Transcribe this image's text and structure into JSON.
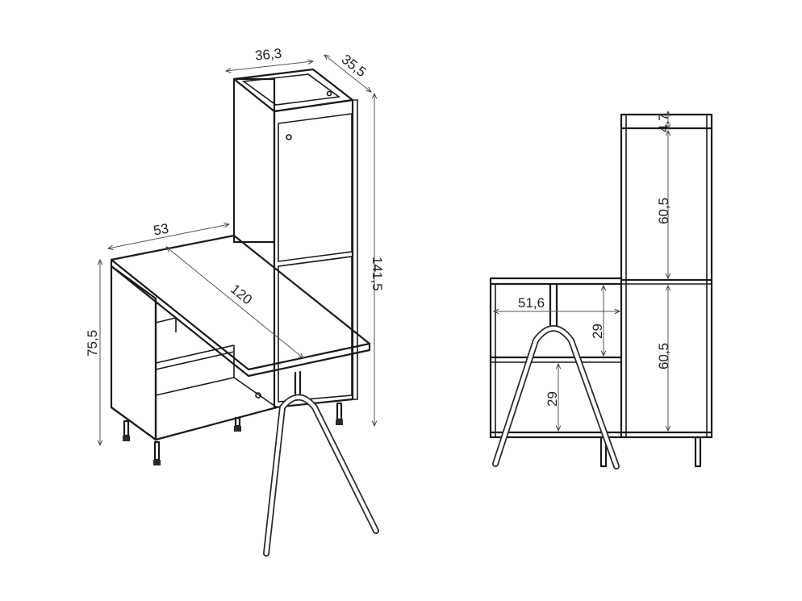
{
  "diagram": {
    "perspective_view": {
      "dimensions": {
        "cabinet_width": "36,3",
        "cabinet_depth": "35,5",
        "total_height": "141,5",
        "desk_depth": "53",
        "desk_length": "120",
        "desk_height": "75,5"
      }
    },
    "front_view": {
      "dimensions": {
        "top_gap": "4,7",
        "upper_compartment": "60,5",
        "lower_compartment": "60,5",
        "inner_width": "51,6",
        "upper_shelf_gap": "29",
        "lower_shelf_gap": "29"
      }
    }
  }
}
